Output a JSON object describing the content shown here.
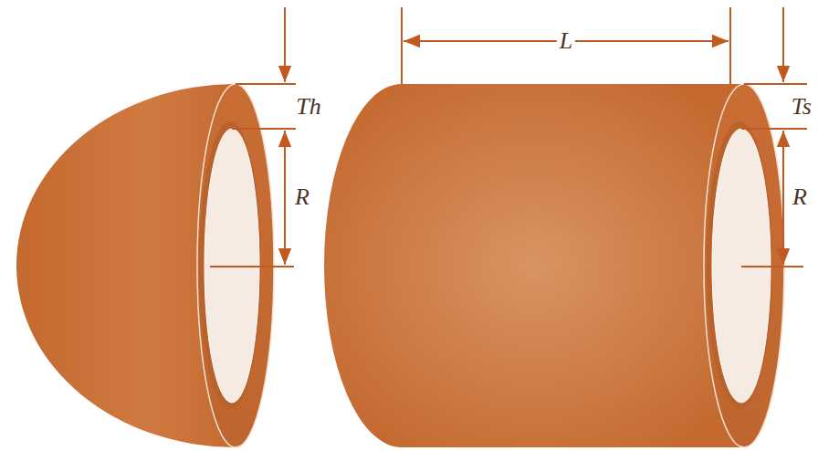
{
  "diagram": {
    "labels": [
      "Th",
      "R",
      "L",
      "Ts",
      "R"
    ]
  }
}
